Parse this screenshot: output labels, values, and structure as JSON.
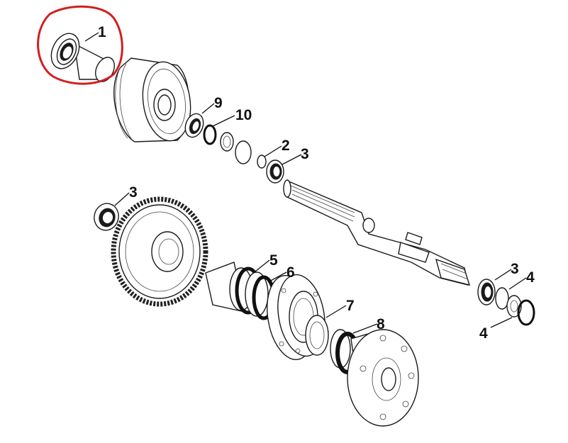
{
  "diagram": {
    "highlight_color": "#d11f1f",
    "callouts": [
      {
        "id": "c1",
        "text": "1"
      },
      {
        "id": "c9",
        "text": "9"
      },
      {
        "id": "c10",
        "text": "10"
      },
      {
        "id": "c2",
        "text": "2"
      },
      {
        "id": "c3a",
        "text": "3"
      },
      {
        "id": "c3b",
        "text": "3"
      },
      {
        "id": "c5",
        "text": "5"
      },
      {
        "id": "c6",
        "text": "6"
      },
      {
        "id": "c7",
        "text": "7"
      },
      {
        "id": "c8",
        "text": "8"
      },
      {
        "id": "c3c",
        "text": "3"
      },
      {
        "id": "c4a",
        "text": "4"
      },
      {
        "id": "c4b",
        "text": "4"
      }
    ]
  }
}
